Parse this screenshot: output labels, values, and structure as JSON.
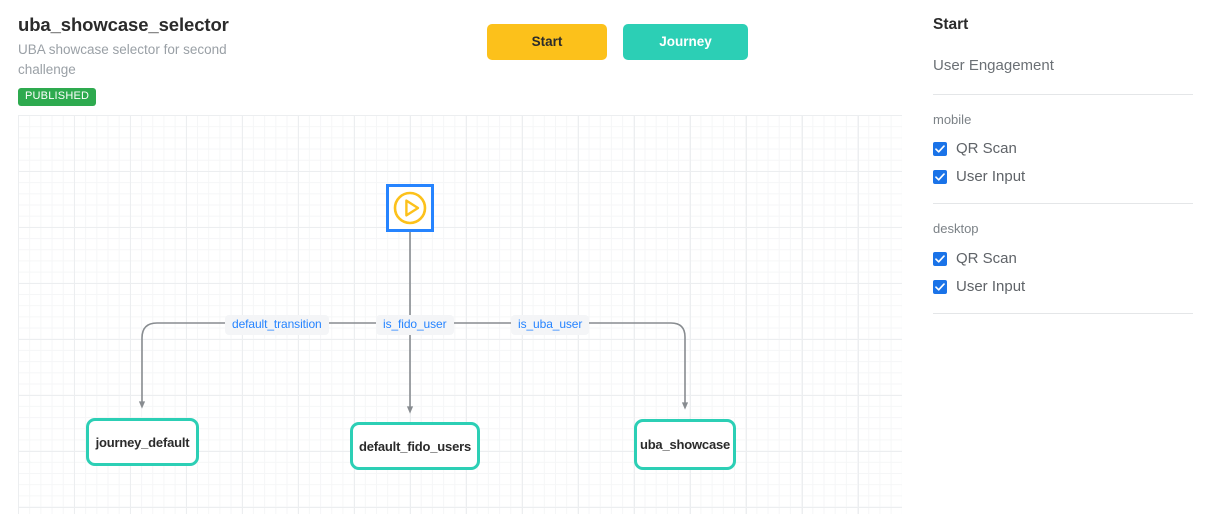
{
  "header": {
    "title": "uba_showcase_selector",
    "description": "UBA showcase selector for second challenge",
    "status": "PUBLISHED"
  },
  "toolbar": {
    "start_label": "Start",
    "journey_label": "Journey"
  },
  "graph": {
    "nodes": [
      {
        "id": "start",
        "label": "",
        "type": "start-play"
      },
      {
        "id": "journey_default",
        "label": "journey_default",
        "type": "action"
      },
      {
        "id": "default_fido_users",
        "label": "default_fido_users",
        "type": "action"
      },
      {
        "id": "uba_showcase",
        "label": "uba_showcase",
        "type": "action"
      }
    ],
    "edges": [
      {
        "from": "start",
        "to": "journey_default",
        "label": "default_transition"
      },
      {
        "from": "start",
        "to": "default_fido_users",
        "label": "is_fido_user"
      },
      {
        "from": "start",
        "to": "uba_showcase",
        "label": "is_uba_user"
      }
    ]
  },
  "sidebar": {
    "title": "Start",
    "subtitle": "User Engagement",
    "groups": [
      {
        "label": "mobile",
        "options": [
          {
            "label": "QR Scan",
            "checked": true
          },
          {
            "label": "User Input",
            "checked": true
          }
        ]
      },
      {
        "label": "desktop",
        "options": [
          {
            "label": "QR Scan",
            "checked": true
          },
          {
            "label": "User Input",
            "checked": true
          }
        ]
      }
    ]
  },
  "colors": {
    "start_button": "#fcc11b",
    "journey_button": "#2ccfb5",
    "published_badge": "#2eaa4f",
    "node_border": "#2ccfb5",
    "start_node_border": "#2684ff",
    "edge_label_text": "#2684ff",
    "checkbox": "#1a73e8"
  }
}
